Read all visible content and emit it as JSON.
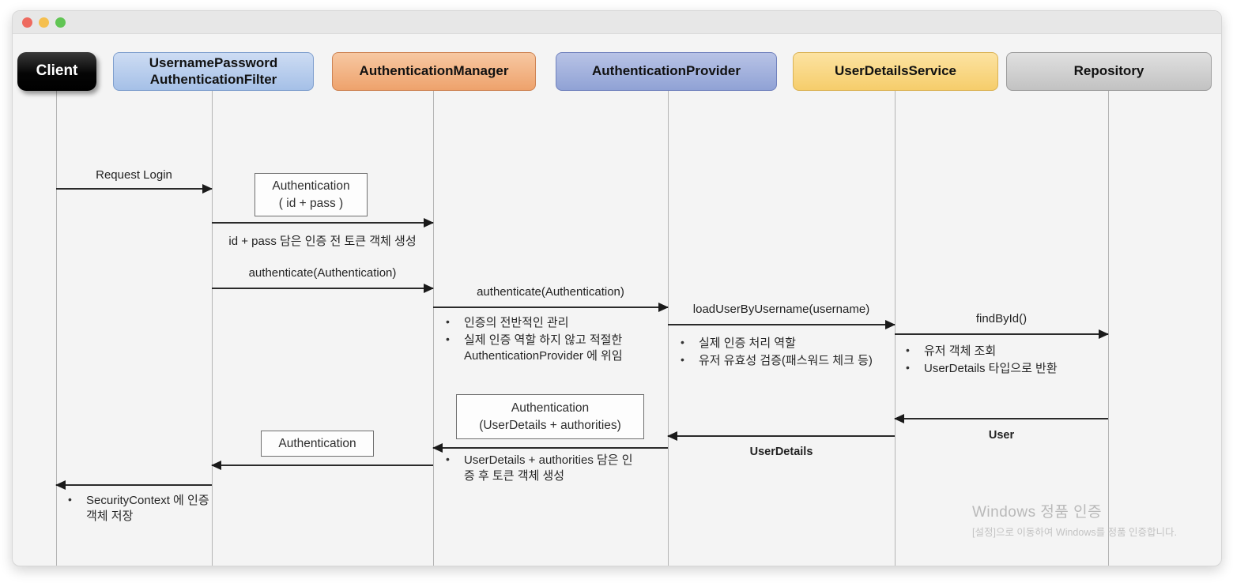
{
  "window": {
    "controls": [
      {
        "name": "close",
        "color": "#ee6a5f"
      },
      {
        "name": "minimize",
        "color": "#f5bf4f"
      },
      {
        "name": "zoom",
        "color": "#61c554"
      }
    ]
  },
  "actors": [
    {
      "label": "Client",
      "color": "#000000"
    },
    {
      "label": "UsernamePassword\nAuthenticationFilter",
      "color": "#a5c0e7"
    },
    {
      "label": "AuthenticationManager",
      "color": "#eea26c"
    },
    {
      "label": "AuthenticationProvider",
      "color": "#90a2d5"
    },
    {
      "label": "UserDetailsService",
      "color": "#f6cd6b"
    },
    {
      "label": "Repository",
      "color": "#c2c2c2"
    }
  ],
  "messages": {
    "request_login": "Request Login",
    "authenticate_1": "authenticate(Authentication)",
    "authenticate_2": "authenticate(Authentication)",
    "load_user": "loadUserByUsername(username)",
    "find_by_id": "findById()",
    "return_user": "User",
    "return_userdetails": "UserDetails"
  },
  "boxed_labels": {
    "auth_token_pre": "Authentication\n( id + pass )",
    "auth_token_post": "Authentication\n(UserDetails +  authorities)",
    "auth_return": "Authentication"
  },
  "annotations": {
    "pre_token_note": "id + pass 담은 인증 전 토큰 객체 생성",
    "manager_notes": [
      "인증의 전반적인 관리",
      "실제 인증 역할 하지 않고 적절한 AuthenticationProvider 에 위임"
    ],
    "provider_notes": [
      "실제 인증 처리 역할",
      "유저 유효성 검증(패스워드 체크 등)"
    ],
    "service_notes": [
      "유저 객체 조회",
      "UserDetails 타입으로 반환"
    ],
    "post_token_notes": [
      "UserDetails +  authorities 담은 인증 후 토큰 객체 생성"
    ],
    "client_notes": [
      "SecurityContext 에 인증 객체 저장"
    ]
  },
  "watermark": {
    "title": "Windows 정품 인증",
    "subtitle": "[설정]으로 이동하여 Windows를 정품 인증합니다."
  }
}
